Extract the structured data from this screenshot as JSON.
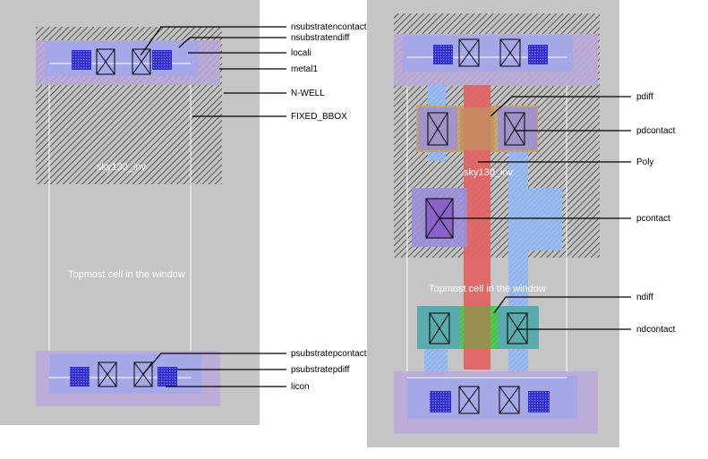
{
  "left_panel": {
    "cell_name": "sky130_inv",
    "topmost_text": "Topmost cell in the window",
    "labels": {
      "nsubstratencontact": "nsubstratencontact",
      "nsubstratendiff": "nsubstratendiff",
      "locali": "locali",
      "metal1": "metal1",
      "nwell": "N-WELL",
      "fixed_bbox": "FIXED_BBOX",
      "psubstratepcontact": "psubstratepcontact",
      "psubstratepdiff": "psubstratepdiff",
      "licon": "licon"
    }
  },
  "right_panel": {
    "cell_name": "sky130_inv",
    "topmost_text": "Topmost cell in the window",
    "labels": {
      "pdiff": "pdiff",
      "pdcontact": "pdcontact",
      "poly": "Poly",
      "pcontact": "pcontact",
      "ndiff": "ndiff",
      "ndcontact": "ndcontact"
    }
  },
  "colors": {
    "background": "#c5c5c5",
    "nwell_hatch": "#3a3a3a",
    "locali": "#a99fe8",
    "metal1": "#b9a8d9",
    "poly": "#e06565",
    "pdiff": "#c8a56a",
    "ndiff": "#4cc44c",
    "contact": "#4a3ad6"
  }
}
